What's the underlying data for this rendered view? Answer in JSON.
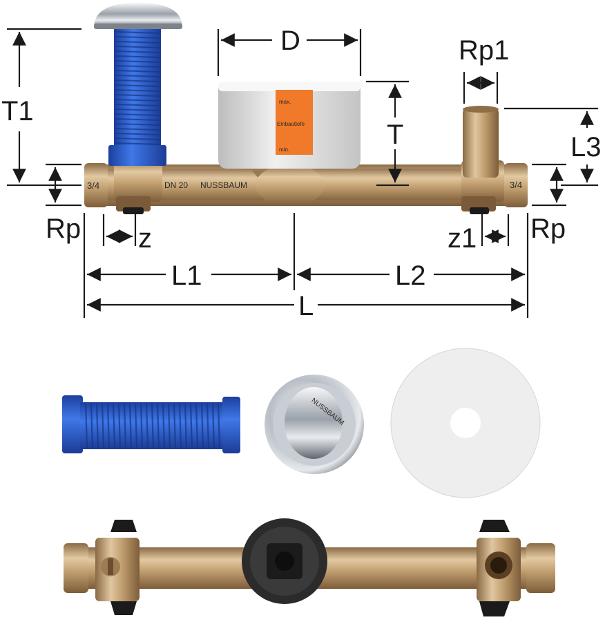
{
  "dimensions": {
    "T1": "T1",
    "D": "D",
    "T": "T",
    "Rp1": "Rp1",
    "L3": "L3",
    "Rp_left": "Rp",
    "Rp_right": "Rp",
    "z": "z",
    "z1": "z1",
    "L1": "L1",
    "L2": "L2",
    "L": "L"
  },
  "box_label": {
    "max": "max.",
    "einbautiefe": "Einbautiefe",
    "min": "min."
  },
  "body_markings": {
    "left_thread": "3/4",
    "dn": "DN 20",
    "brand": "NUSSBAUM",
    "right_thread": "3/4"
  },
  "cover_brand": "NUSSBAUM",
  "colors": {
    "brass": "#c6a57a",
    "blue": "#2a5fd0",
    "orange": "#f07a2a",
    "chrome": "#cfd3d8",
    "insulation": "#e6e6e6"
  }
}
